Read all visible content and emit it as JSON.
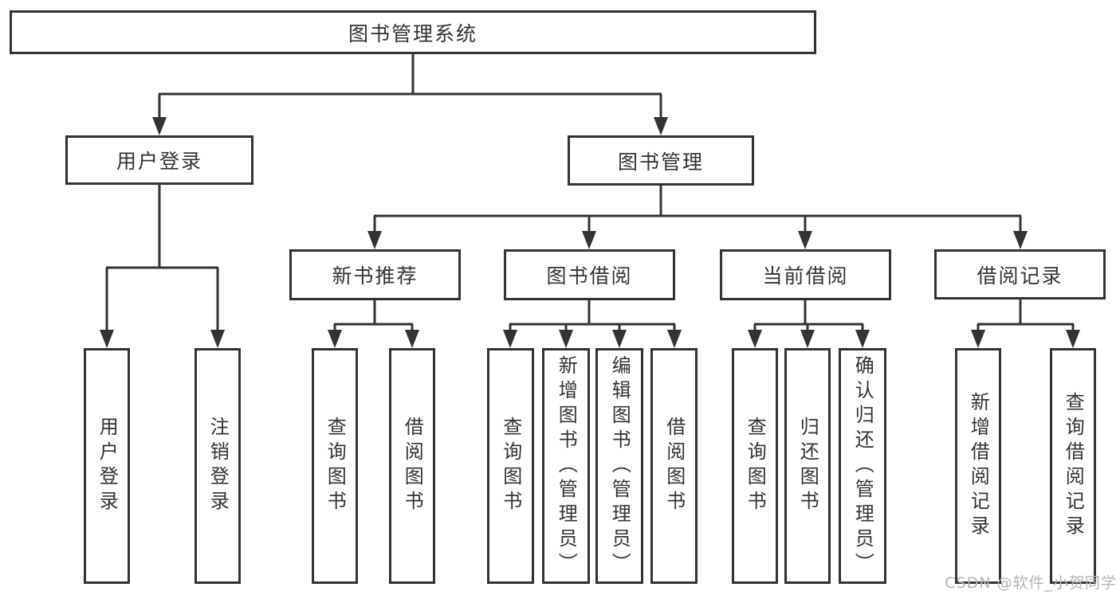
{
  "colors": {
    "line": "#333333",
    "text": "#333333",
    "background": "#ffffff",
    "watermark": "#b3b3b3"
  },
  "diagram_type": "hierarchy-tree",
  "tree": {
    "label": "图书管理系统",
    "children": [
      {
        "label": "用户登录",
        "children": [
          {
            "label": "用户登录"
          },
          {
            "label": "注销登录"
          }
        ]
      },
      {
        "label": "图书管理",
        "children": [
          {
            "label": "新书推荐",
            "children": [
              {
                "label": "查询图书"
              },
              {
                "label": "借阅图书"
              }
            ]
          },
          {
            "label": "图书借阅",
            "children": [
              {
                "label": "查询图书"
              },
              {
                "label": "新增图书（管理员）"
              },
              {
                "label": "编辑图书（管理员）"
              },
              {
                "label": "借阅图书"
              }
            ]
          },
          {
            "label": "当前借阅",
            "children": [
              {
                "label": "查询图书"
              },
              {
                "label": "归还图书"
              },
              {
                "label": "确认归还（管理员）"
              }
            ]
          },
          {
            "label": "借阅记录",
            "children": [
              {
                "label": "新增借阅记录"
              },
              {
                "label": "查询借阅记录"
              }
            ]
          }
        ]
      }
    ]
  },
  "watermark": {
    "text": "CSDN @软件_小贺同学"
  }
}
